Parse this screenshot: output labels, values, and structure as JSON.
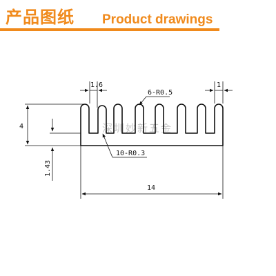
{
  "header": {
    "title_cn": "产品图纸",
    "title_en": "Product drawings",
    "accent_color": "#f08a1c"
  },
  "drawing": {
    "dim_fin_width": "1.6",
    "dim_gap_width": "1",
    "callout_top_radius": "6-R0.5",
    "callout_root_radius": "10-R0.3",
    "dim_height": "4",
    "dim_base_thickness": "1.43",
    "dim_total_width": "14",
    "watermark": "深圳妙新五金"
  }
}
